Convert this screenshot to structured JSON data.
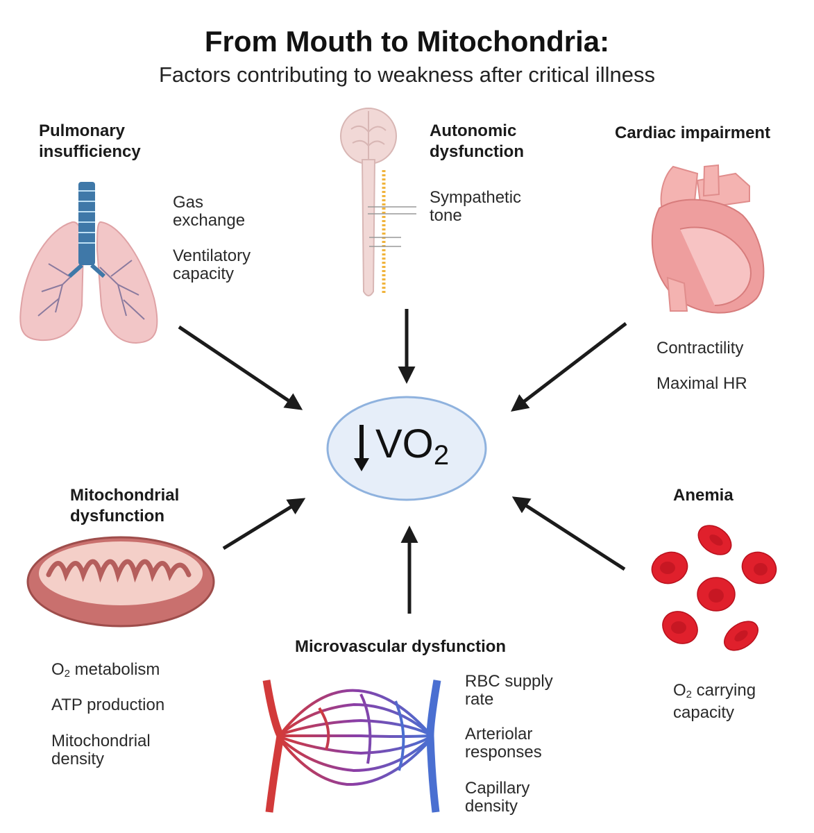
{
  "title": "From Mouth to Mitochondria:",
  "subtitle": "Factors contributing to weakness after critical illness",
  "center": {
    "label": "VO",
    "subscript": "2",
    "arrow": "down-arrow-icon"
  },
  "factors": {
    "pulmonary": {
      "heading": [
        "Pulmonary",
        "insufficiency"
      ],
      "items": [
        [
          "Gas",
          "exchange"
        ],
        [
          "Ventilatory",
          "capacity"
        ]
      ]
    },
    "autonomic": {
      "heading": [
        "Autonomic",
        "dysfunction"
      ],
      "items": [
        [
          "Sympathetic",
          "tone"
        ]
      ]
    },
    "cardiac": {
      "heading": [
        "Cardiac impairment"
      ],
      "items": [
        [
          "Contractility"
        ],
        [
          "Maximal HR"
        ]
      ]
    },
    "mitochondrial": {
      "heading": [
        "Mitochondrial",
        "dysfunction"
      ],
      "items": [
        {
          "prefix": "O",
          "sub": "2",
          "suffix": " metabolism"
        },
        {
          "text": "ATP production"
        },
        {
          "lines": [
            "Mitochondrial",
            "density"
          ]
        }
      ]
    },
    "microvascular": {
      "heading": [
        "Microvascular dysfunction"
      ],
      "items": [
        [
          "RBC supply",
          "rate"
        ],
        [
          "Arteriolar",
          "responses"
        ],
        [
          "Capillary",
          "density"
        ]
      ]
    },
    "anemia": {
      "heading": [
        "Anemia"
      ],
      "item_prefix": "O",
      "item_sub": "2",
      "item_suffix": " carrying",
      "item_line2": "capacity"
    }
  },
  "icons": [
    "lungs-icon",
    "brain-spinal-cord-icon",
    "heart-icon",
    "mitochondrion-icon",
    "capillary-network-icon",
    "red-blood-cells-icon"
  ],
  "colors": {
    "ellipse_fill": "#e6eef9",
    "ellipse_stroke": "#8fb2de",
    "arrow": "#1b1b1b",
    "lung": "#f2c6c7",
    "trachea": "#3f78a8",
    "heart": "#ee9e9e",
    "mitochondrion": "#c9706e",
    "artery": "#d23a3a",
    "vein": "#4a6fd1",
    "rbc": "#e0202c"
  }
}
